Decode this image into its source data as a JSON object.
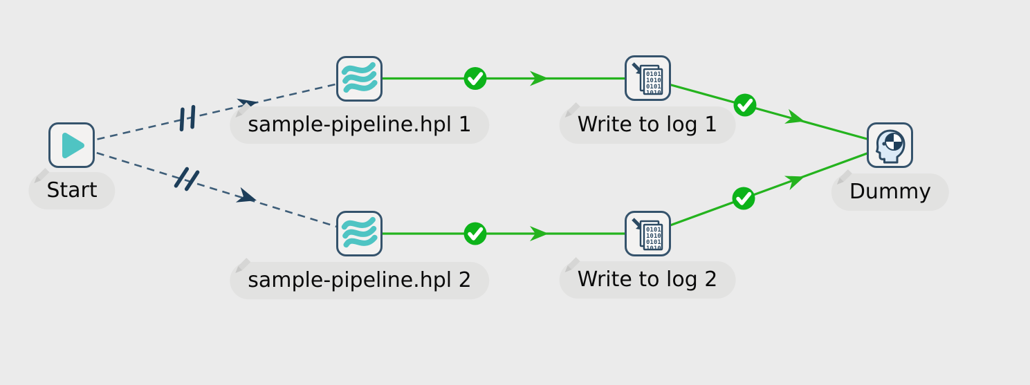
{
  "colors": {
    "canvas_bg": "#ebebeb",
    "node_border": "#35536c",
    "node_fill": "#f3f2f1",
    "teal_accent": "#4fc4c3",
    "hop_slate": "#3d5d78",
    "hop_slate_dark": "#1d3e5a",
    "hop_green": "#24b31e",
    "check_green": "#0db31a",
    "label_bg": "#e2e2e1",
    "label_text": "#0a0a0a",
    "icon_navy": "#2c4a63",
    "head_fill": "#dbeaf7",
    "pencil_gray": "#d6d6d5"
  },
  "nodes": {
    "start": {
      "label": "Start"
    },
    "pipeline1": {
      "label": "sample-pipeline.hpl 1"
    },
    "pipeline2": {
      "label": "sample-pipeline.hpl 2"
    },
    "write_log1": {
      "label": "Write to log 1"
    },
    "write_log2": {
      "label": "Write to log 2"
    },
    "dummy": {
      "label": "Dummy"
    }
  },
  "write_log_icon": {
    "binary_rows": [
      "0101",
      "1010",
      "0101",
      "1010"
    ]
  }
}
